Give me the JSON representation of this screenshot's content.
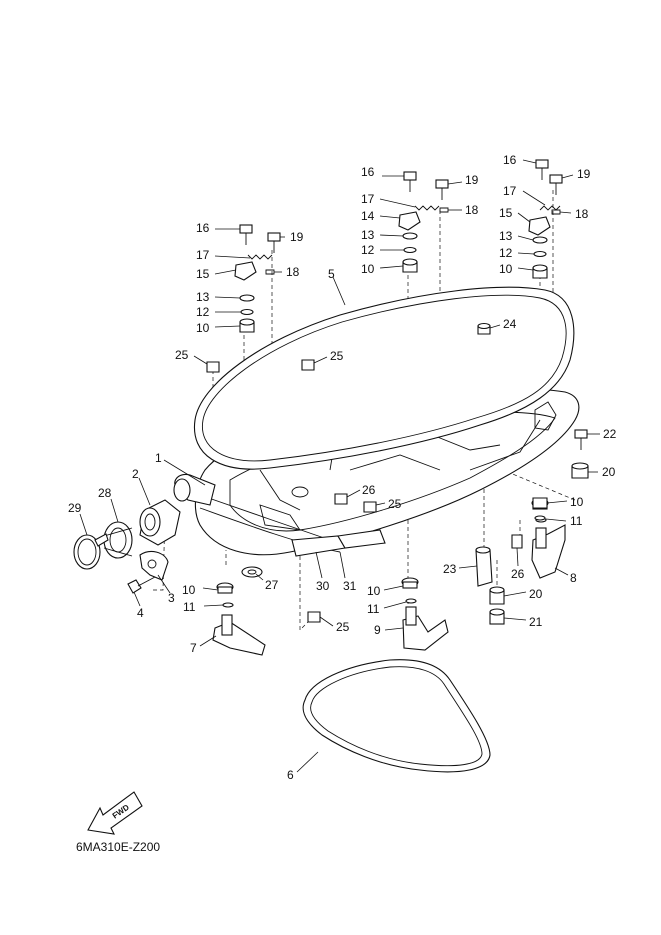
{
  "drawing_code": "6MA310E-Z200",
  "fwd_label": "FWD",
  "callouts": [
    {
      "id": "c1",
      "label": "1"
    },
    {
      "id": "c2",
      "label": "2"
    },
    {
      "id": "c3",
      "label": "3"
    },
    {
      "id": "c4",
      "label": "4"
    },
    {
      "id": "c5",
      "label": "5"
    },
    {
      "id": "c6",
      "label": "6"
    },
    {
      "id": "c7",
      "label": "7"
    },
    {
      "id": "c8",
      "label": "8"
    },
    {
      "id": "c9",
      "label": "9"
    },
    {
      "id": "c10a",
      "label": "10"
    },
    {
      "id": "c10b",
      "label": "10"
    },
    {
      "id": "c10c",
      "label": "10"
    },
    {
      "id": "c10d",
      "label": "10"
    },
    {
      "id": "c10e",
      "label": "10"
    },
    {
      "id": "c10f",
      "label": "10"
    },
    {
      "id": "c11a",
      "label": "11"
    },
    {
      "id": "c11b",
      "label": "11"
    },
    {
      "id": "c11c",
      "label": "11"
    },
    {
      "id": "c12a",
      "label": "12"
    },
    {
      "id": "c12b",
      "label": "12"
    },
    {
      "id": "c12c",
      "label": "12"
    },
    {
      "id": "c13a",
      "label": "13"
    },
    {
      "id": "c13b",
      "label": "13"
    },
    {
      "id": "c13c",
      "label": "13"
    },
    {
      "id": "c14",
      "label": "14"
    },
    {
      "id": "c15a",
      "label": "15"
    },
    {
      "id": "c15b",
      "label": "15"
    },
    {
      "id": "c16a",
      "label": "16"
    },
    {
      "id": "c16b",
      "label": "16"
    },
    {
      "id": "c16c",
      "label": "16"
    },
    {
      "id": "c17a",
      "label": "17"
    },
    {
      "id": "c17b",
      "label": "17"
    },
    {
      "id": "c17c",
      "label": "17"
    },
    {
      "id": "c18a",
      "label": "18"
    },
    {
      "id": "c18b",
      "label": "18"
    },
    {
      "id": "c18c",
      "label": "18"
    },
    {
      "id": "c19a",
      "label": "19"
    },
    {
      "id": "c19b",
      "label": "19"
    },
    {
      "id": "c19c",
      "label": "19"
    },
    {
      "id": "c20a",
      "label": "20"
    },
    {
      "id": "c20b",
      "label": "20"
    },
    {
      "id": "c21",
      "label": "21"
    },
    {
      "id": "c22",
      "label": "22"
    },
    {
      "id": "c23",
      "label": "23"
    },
    {
      "id": "c24",
      "label": "24"
    },
    {
      "id": "c25a",
      "label": "25"
    },
    {
      "id": "c25b",
      "label": "25"
    },
    {
      "id": "c25c",
      "label": "25"
    },
    {
      "id": "c25d",
      "label": "25"
    },
    {
      "id": "c26a",
      "label": "26"
    },
    {
      "id": "c26b",
      "label": "26"
    },
    {
      "id": "c27",
      "label": "27"
    },
    {
      "id": "c28",
      "label": "28"
    },
    {
      "id": "c29",
      "label": "29"
    },
    {
      "id": "c30",
      "label": "30"
    },
    {
      "id": "c31",
      "label": "31"
    }
  ]
}
